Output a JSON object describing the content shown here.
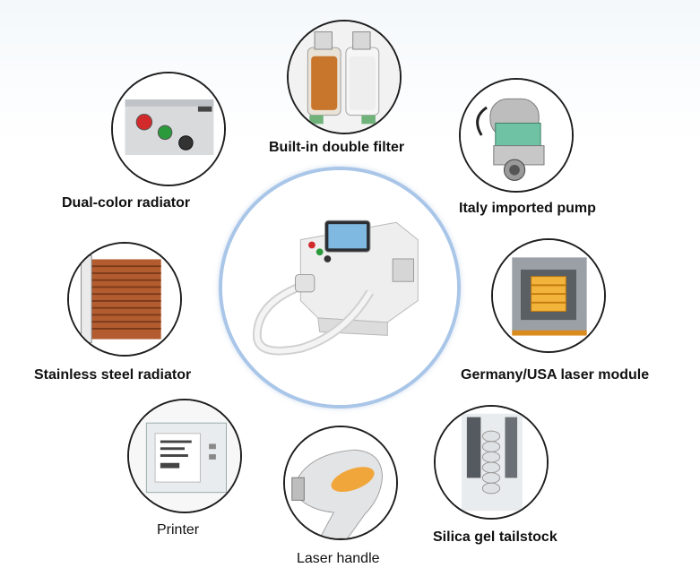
{
  "center": {
    "product": "diode-laser-machine"
  },
  "components": [
    {
      "id": "filter",
      "label": "Built-in double filter",
      "icon": "double-filter"
    },
    {
      "id": "dual-radiator",
      "label": "Dual-color radiator",
      "icon": "control-knobs"
    },
    {
      "id": "pump",
      "label": "Italy imported pump",
      "icon": "water-pump"
    },
    {
      "id": "steel-radiator",
      "label": "Stainless steel radiator",
      "icon": "copper-radiator"
    },
    {
      "id": "laser-module",
      "label": "Germany/USA laser module",
      "icon": "laser-module"
    },
    {
      "id": "printer",
      "label": "Printer",
      "icon": "receipt-printer"
    },
    {
      "id": "handle",
      "label": "Laser handle",
      "icon": "laser-handpiece"
    },
    {
      "id": "tailstock",
      "label": "Silica gel tailstock",
      "icon": "silica-tailstock"
    }
  ],
  "colors": {
    "accent_ring": "#a9c6e8",
    "outline": "#1e1e1e",
    "text": "#111111"
  }
}
